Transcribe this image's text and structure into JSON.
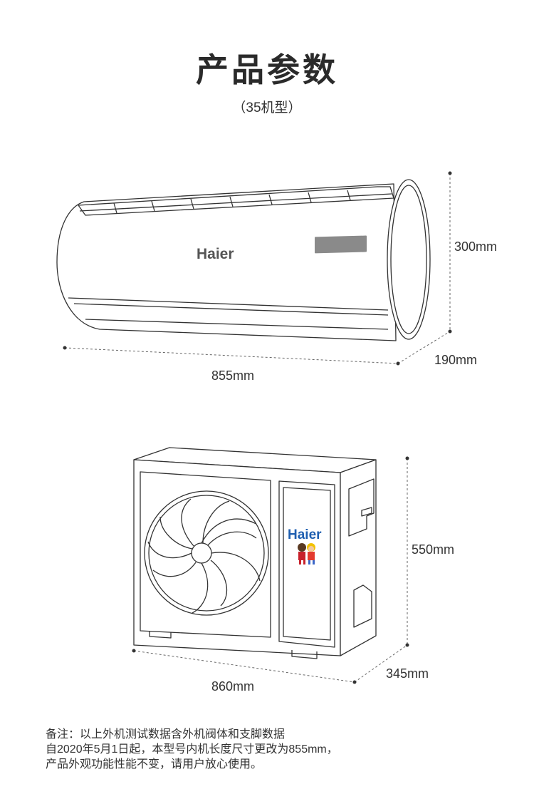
{
  "header": {
    "title": "产品参数",
    "subtitle": "（35机型）"
  },
  "indoor_unit": {
    "brand": "Haier",
    "height": "300mm",
    "depth": "190mm",
    "width": "855mm"
  },
  "outdoor_unit": {
    "brand": "Haier",
    "height": "550mm",
    "depth": "345mm",
    "width": "860mm"
  },
  "note": {
    "lines": [
      "备注：以上外机测试数据含外机阀体和支脚数据",
      "自2020年5月1日起，本型号内机长度尺寸更改为855mm，",
      "产品外观功能性能不变，请用户放心使用。"
    ]
  },
  "colors": {
    "line": "#333333",
    "dim_line": "#666666",
    "brand_blue": "#1f5fb0",
    "brand_gray": "#555555",
    "display_panel": "#8a8a8a"
  }
}
